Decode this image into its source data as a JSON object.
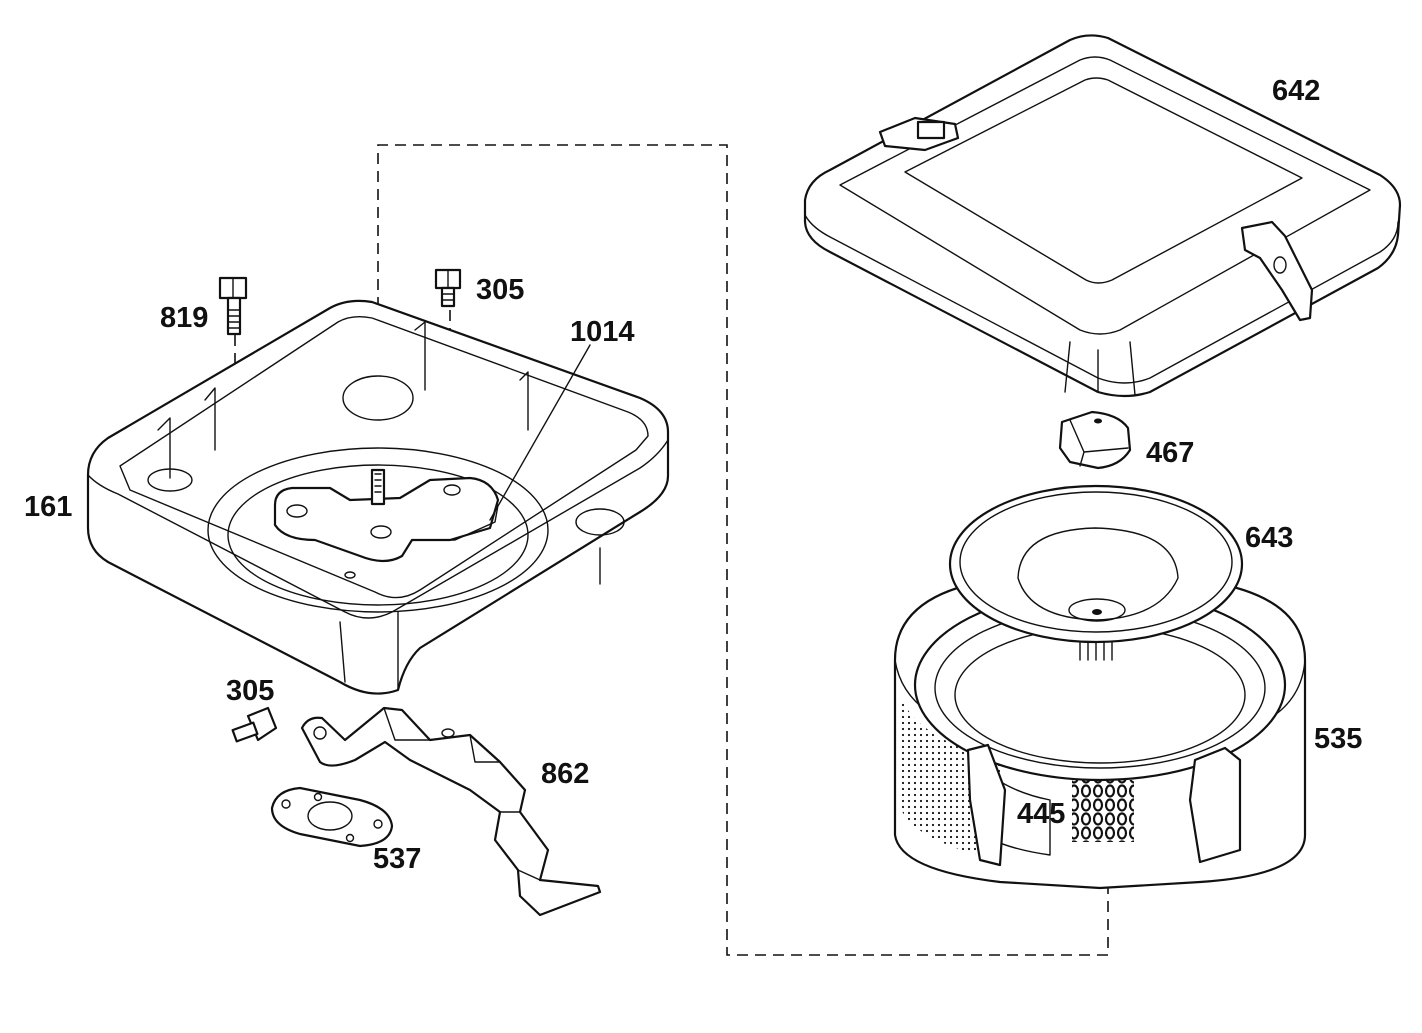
{
  "callouts": {
    "lid": "642",
    "knob": "467",
    "plate": "643",
    "precleaner": "535",
    "filter": "445",
    "base": "161",
    "bolt_long": "819",
    "bolt_top": "305",
    "bolt_bottom": "305",
    "gasket_inner": "1014",
    "bracket": "862",
    "gasket": "537"
  },
  "colors": {
    "ink": "#111111",
    "paper": "#ffffff"
  }
}
